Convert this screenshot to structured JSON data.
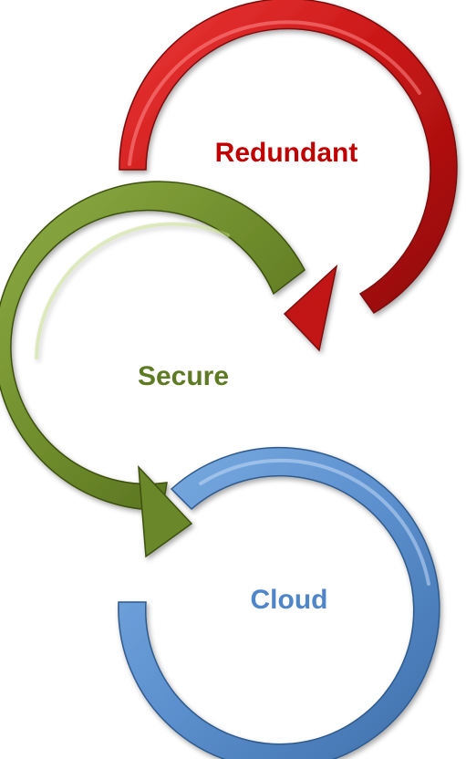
{
  "diagram": {
    "steps": [
      {
        "label": "Redundant",
        "color": "#c01818",
        "shape": "ring-arrow",
        "icon": "curved-arrow-icon"
      },
      {
        "label": "Secure",
        "color": "#6f8a2c",
        "shape": "ring-arrow",
        "icon": "curved-arrow-icon"
      },
      {
        "label": "Cloud",
        "color": "#5b8fcd",
        "shape": "ring-open",
        "icon": "open-ring-icon"
      }
    ]
  }
}
